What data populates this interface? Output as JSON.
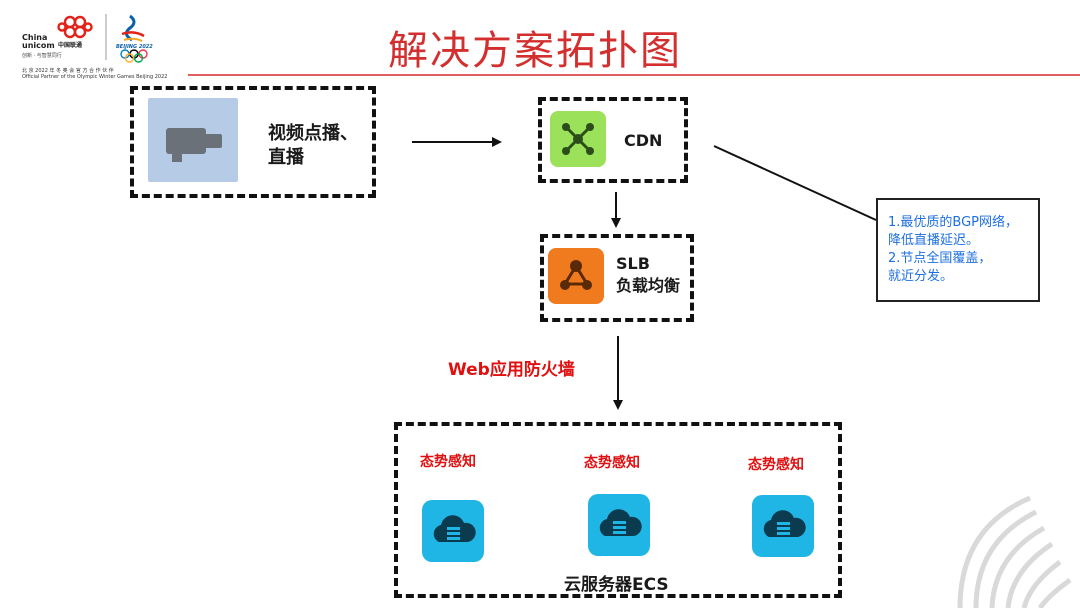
{
  "header": {
    "title": "解决方案拓扑图",
    "logo": {
      "brand_en_1": "China",
      "brand_en_2": "unicom",
      "brand_cn": "中国联通",
      "slogan_cn": "创新 · 与智慧同行",
      "olympic_text": "BEIJING 2022",
      "partner_line_cn": "北 京 2022 年 冬 奥 会 官 方 合 作 伙 伴",
      "partner_line_en": "Official Partner of the Olympic Winter Games Beijing 2022"
    }
  },
  "nodes": {
    "source": {
      "label_line1": "视频点播、",
      "label_line2": "直播",
      "icon": "video-camera-icon"
    },
    "cdn": {
      "label": "CDN",
      "icon": "cdn-network-icon"
    },
    "slb": {
      "label_line1": "SLB",
      "label_line2": "负载均衡",
      "icon": "load-balancer-icon"
    },
    "waf": {
      "label": "Web应用防火墙"
    },
    "ecs_group": {
      "label": "云服务器ECS",
      "items": [
        {
          "label": "态势感知",
          "icon": "cloud-server-icon"
        },
        {
          "label": "态势感知",
          "icon": "cloud-server-icon"
        },
        {
          "label": "态势感知",
          "icon": "cloud-server-icon"
        }
      ]
    }
  },
  "note": {
    "line1": "1.最优质的BGP网络，",
    "line2": "降低直播延迟。",
    "line3": "2.节点全国覆盖，",
    "line4": "就近分发。"
  },
  "colors": {
    "title": "#d32f2f",
    "red_label": "#e01010",
    "note_text": "#1e6fe0",
    "cdn_tile": "#9be15a",
    "slb_tile": "#f07a1e",
    "ecs_tile": "#1fb6e6",
    "camera_tile": "#b5cbe6"
  }
}
